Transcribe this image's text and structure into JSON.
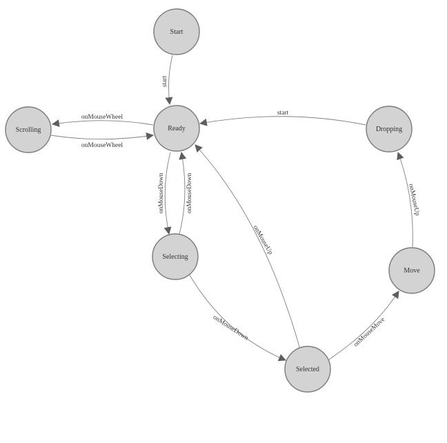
{
  "nodes": {
    "start": "Start",
    "ready": "Ready",
    "scrolling": "Scrolling",
    "dropping": "Dropping",
    "selecting": "Selecting",
    "move": "Move",
    "selected": "Selected"
  },
  "edges": {
    "start_to_ready": "start",
    "ready_to_scrolling": "onMouseWheel",
    "scrolling_to_ready": "onMouseWheel",
    "dropping_to_ready": "start",
    "ready_to_selecting": "onMouseDown",
    "selecting_to_ready": "onMouseDown",
    "selected_to_ready": "onMouseUp",
    "selecting_to_selected": "onMouseDown",
    "selected_to_move": "onMouseMove",
    "move_to_dropping": "onMouseUp"
  },
  "colors": {
    "node_fill": "#d3d3d3",
    "node_stroke": "#7a7a7a",
    "edge": "#808080",
    "arrow": "#5e5e5e",
    "text": "#333333"
  }
}
